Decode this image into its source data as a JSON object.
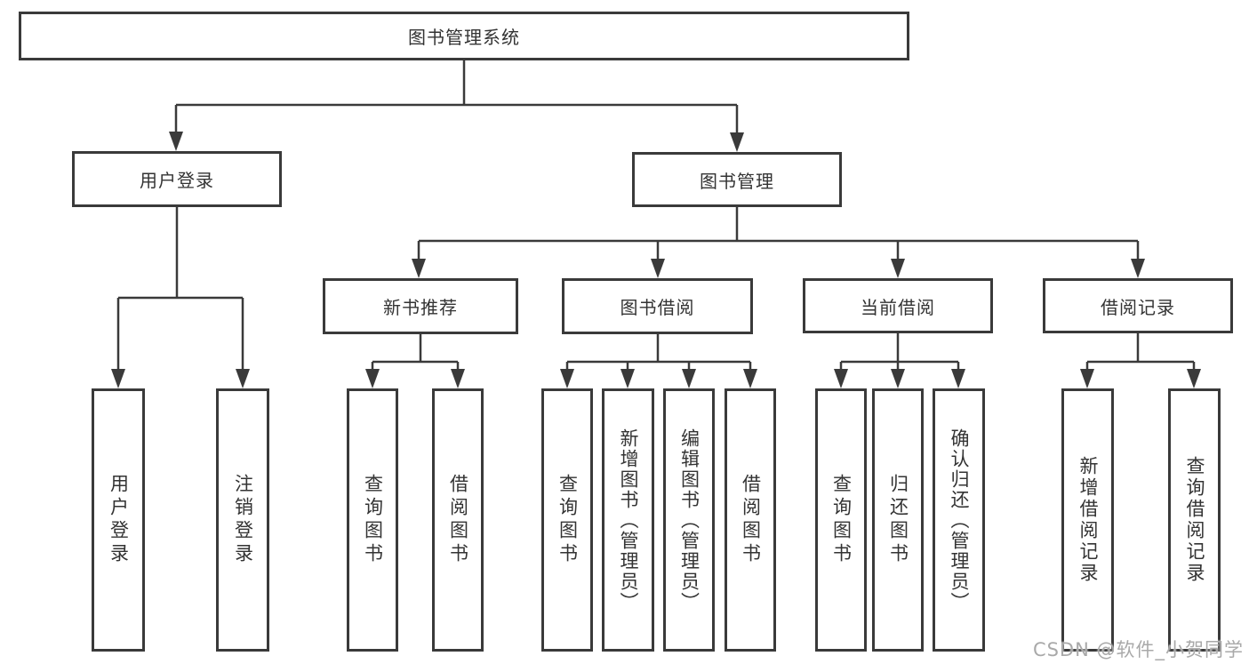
{
  "title": "图书管理系统",
  "tree": {
    "root": {
      "label": "图书管理系统"
    },
    "branches": [
      {
        "label": "用户登录",
        "children": [
          "用户登录",
          "注销登录"
        ]
      },
      {
        "label": "图书管理",
        "sections": [
          {
            "label": "新书推荐",
            "children": [
              "查询图书",
              "借阅图书"
            ]
          },
          {
            "label": "图书借阅",
            "children": [
              "查询图书",
              "新增图书（管理员）",
              "编辑图书（管理员）",
              "借阅图书"
            ]
          },
          {
            "label": "当前借阅",
            "children": [
              "查询图书",
              "归还图书",
              "确认归还（管理员）"
            ]
          },
          {
            "label": "借阅记录",
            "children": [
              "新增借阅记录",
              "查询借阅记录"
            ]
          }
        ]
      }
    ]
  },
  "watermark": "CSDN @软件_小贺同学",
  "colors": {
    "line": "#3a3a3a",
    "text": "#333333",
    "box_fill": "#ffffff",
    "watermark": "#a9a9a9",
    "background": "#ffffff"
  }
}
